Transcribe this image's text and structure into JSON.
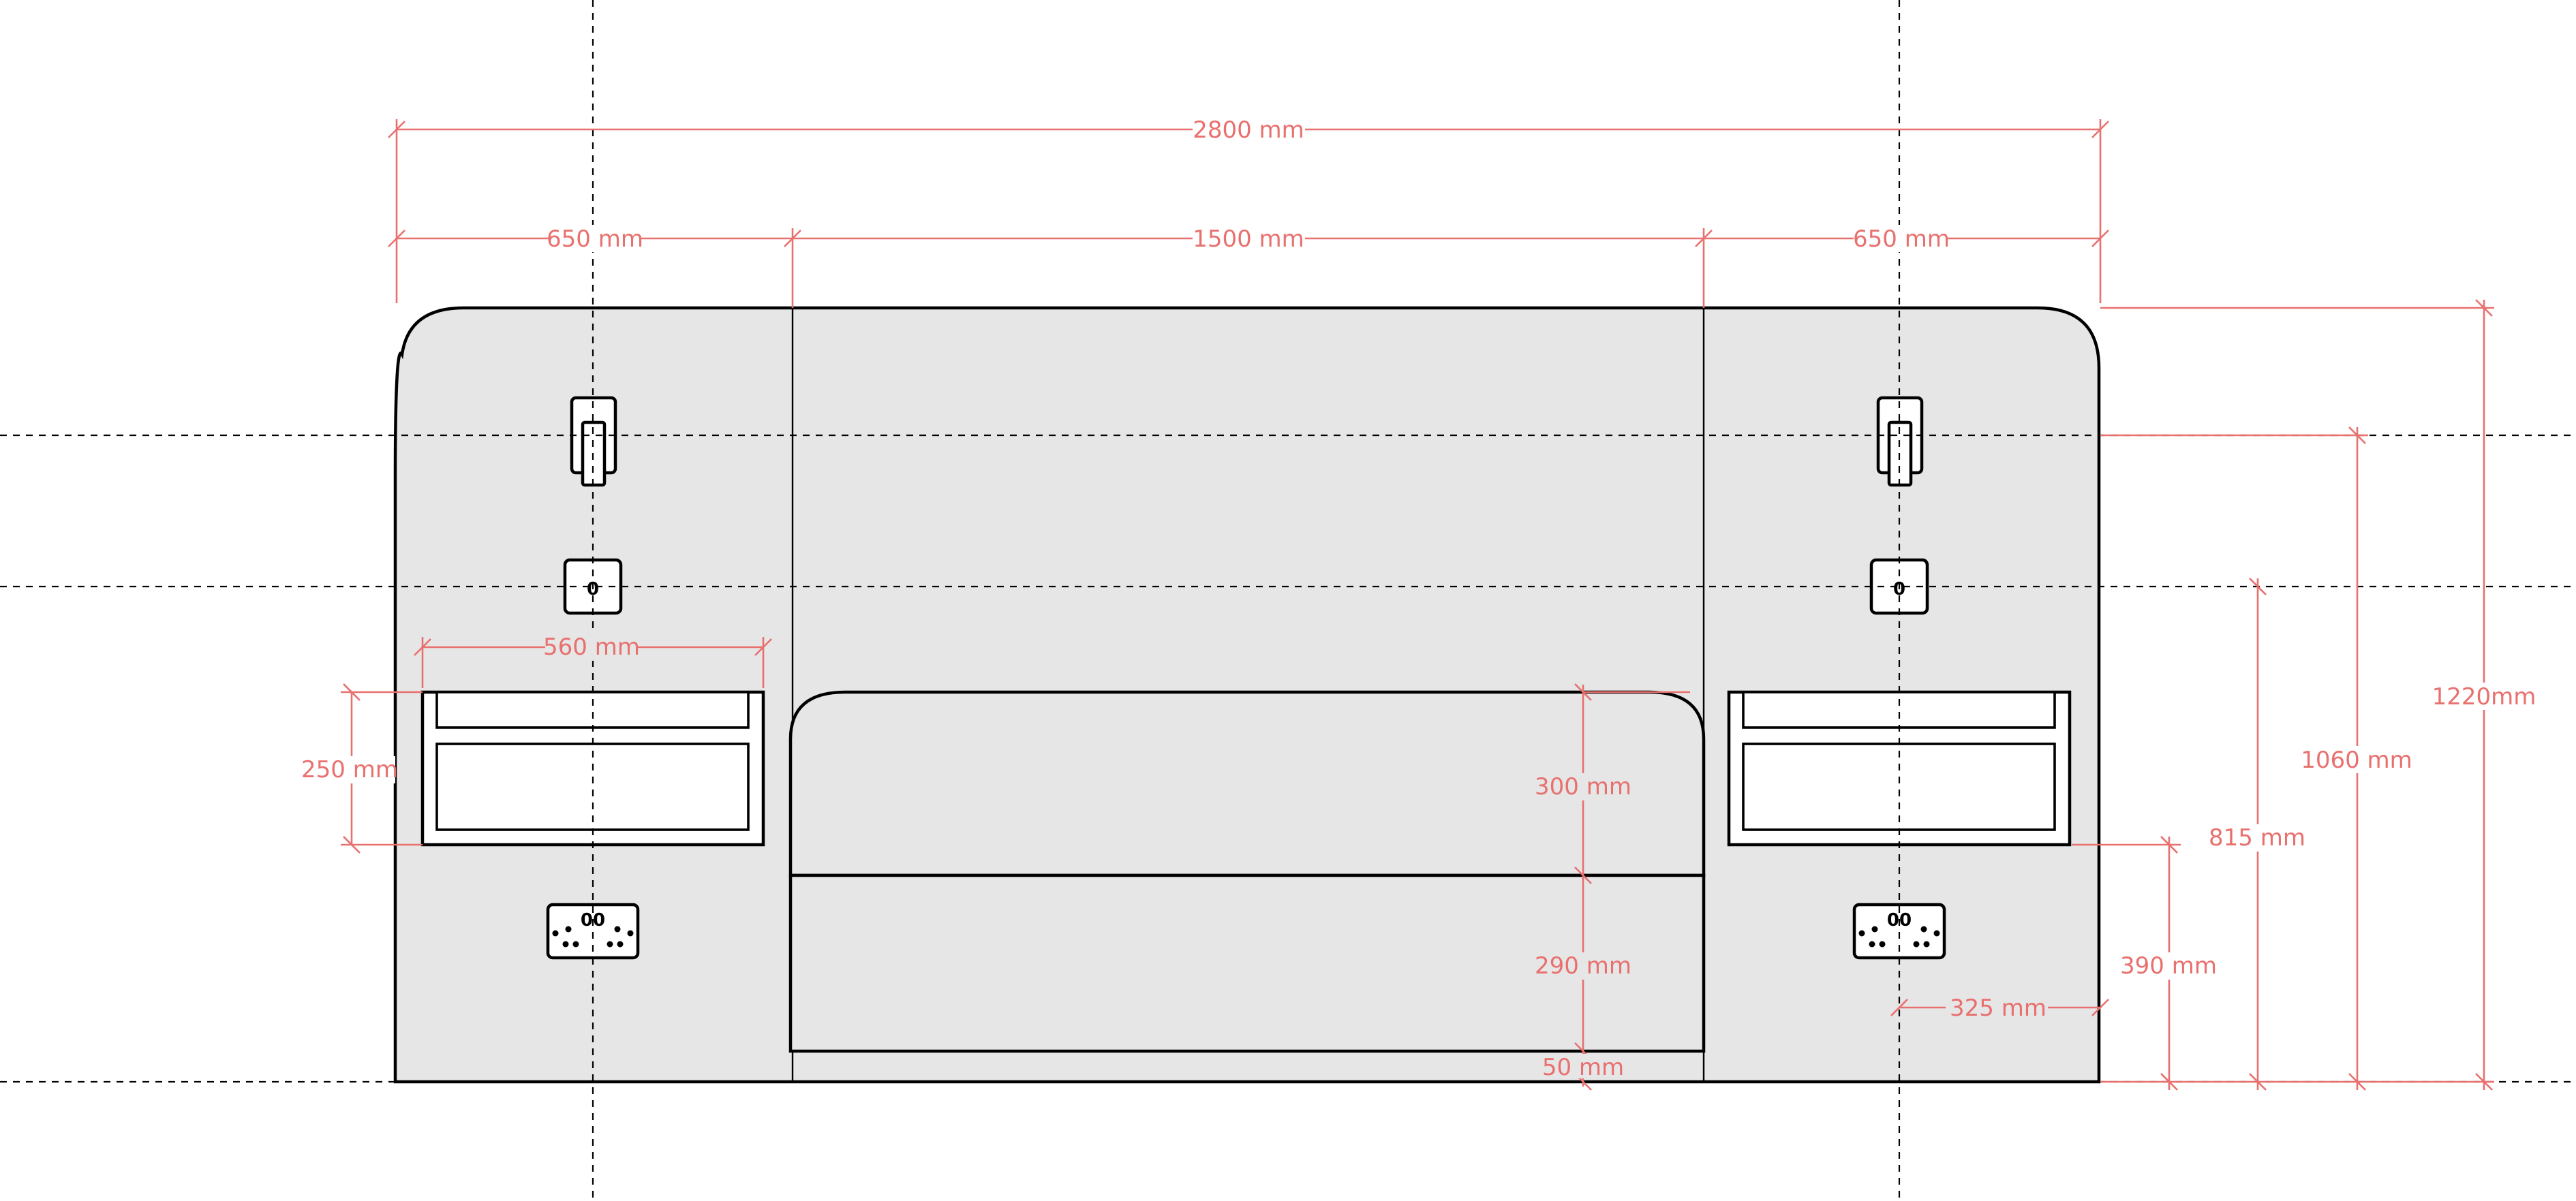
{
  "colors": {
    "wall_fill": "#e6e6e6",
    "outline": "#000000",
    "dimension": "#e8706e",
    "background": "#ffffff"
  },
  "dimensions": {
    "overall_width": "2800 mm",
    "left_panel_width": "650 mm",
    "center_panel_width": "1500 mm",
    "right_panel_width": "650 mm",
    "overall_height": "1220mm",
    "light_height": "1060 mm",
    "switch_height": "815 mm",
    "shelf_bottom_height": "390 mm",
    "socket_offset": "325 mm",
    "shelf_width": "560 mm",
    "shelf_height": "250 mm",
    "headboard_upper": "300 mm",
    "headboard_lower": "290 mm",
    "headboard_gap": "50 mm"
  },
  "fixtures": {
    "wall_light_icon": "wall-light-icon",
    "switch_icon": "light-switch-icon",
    "socket_icon": "double-socket-icon",
    "switch_glyph": "0",
    "socket_glyph": "00"
  }
}
